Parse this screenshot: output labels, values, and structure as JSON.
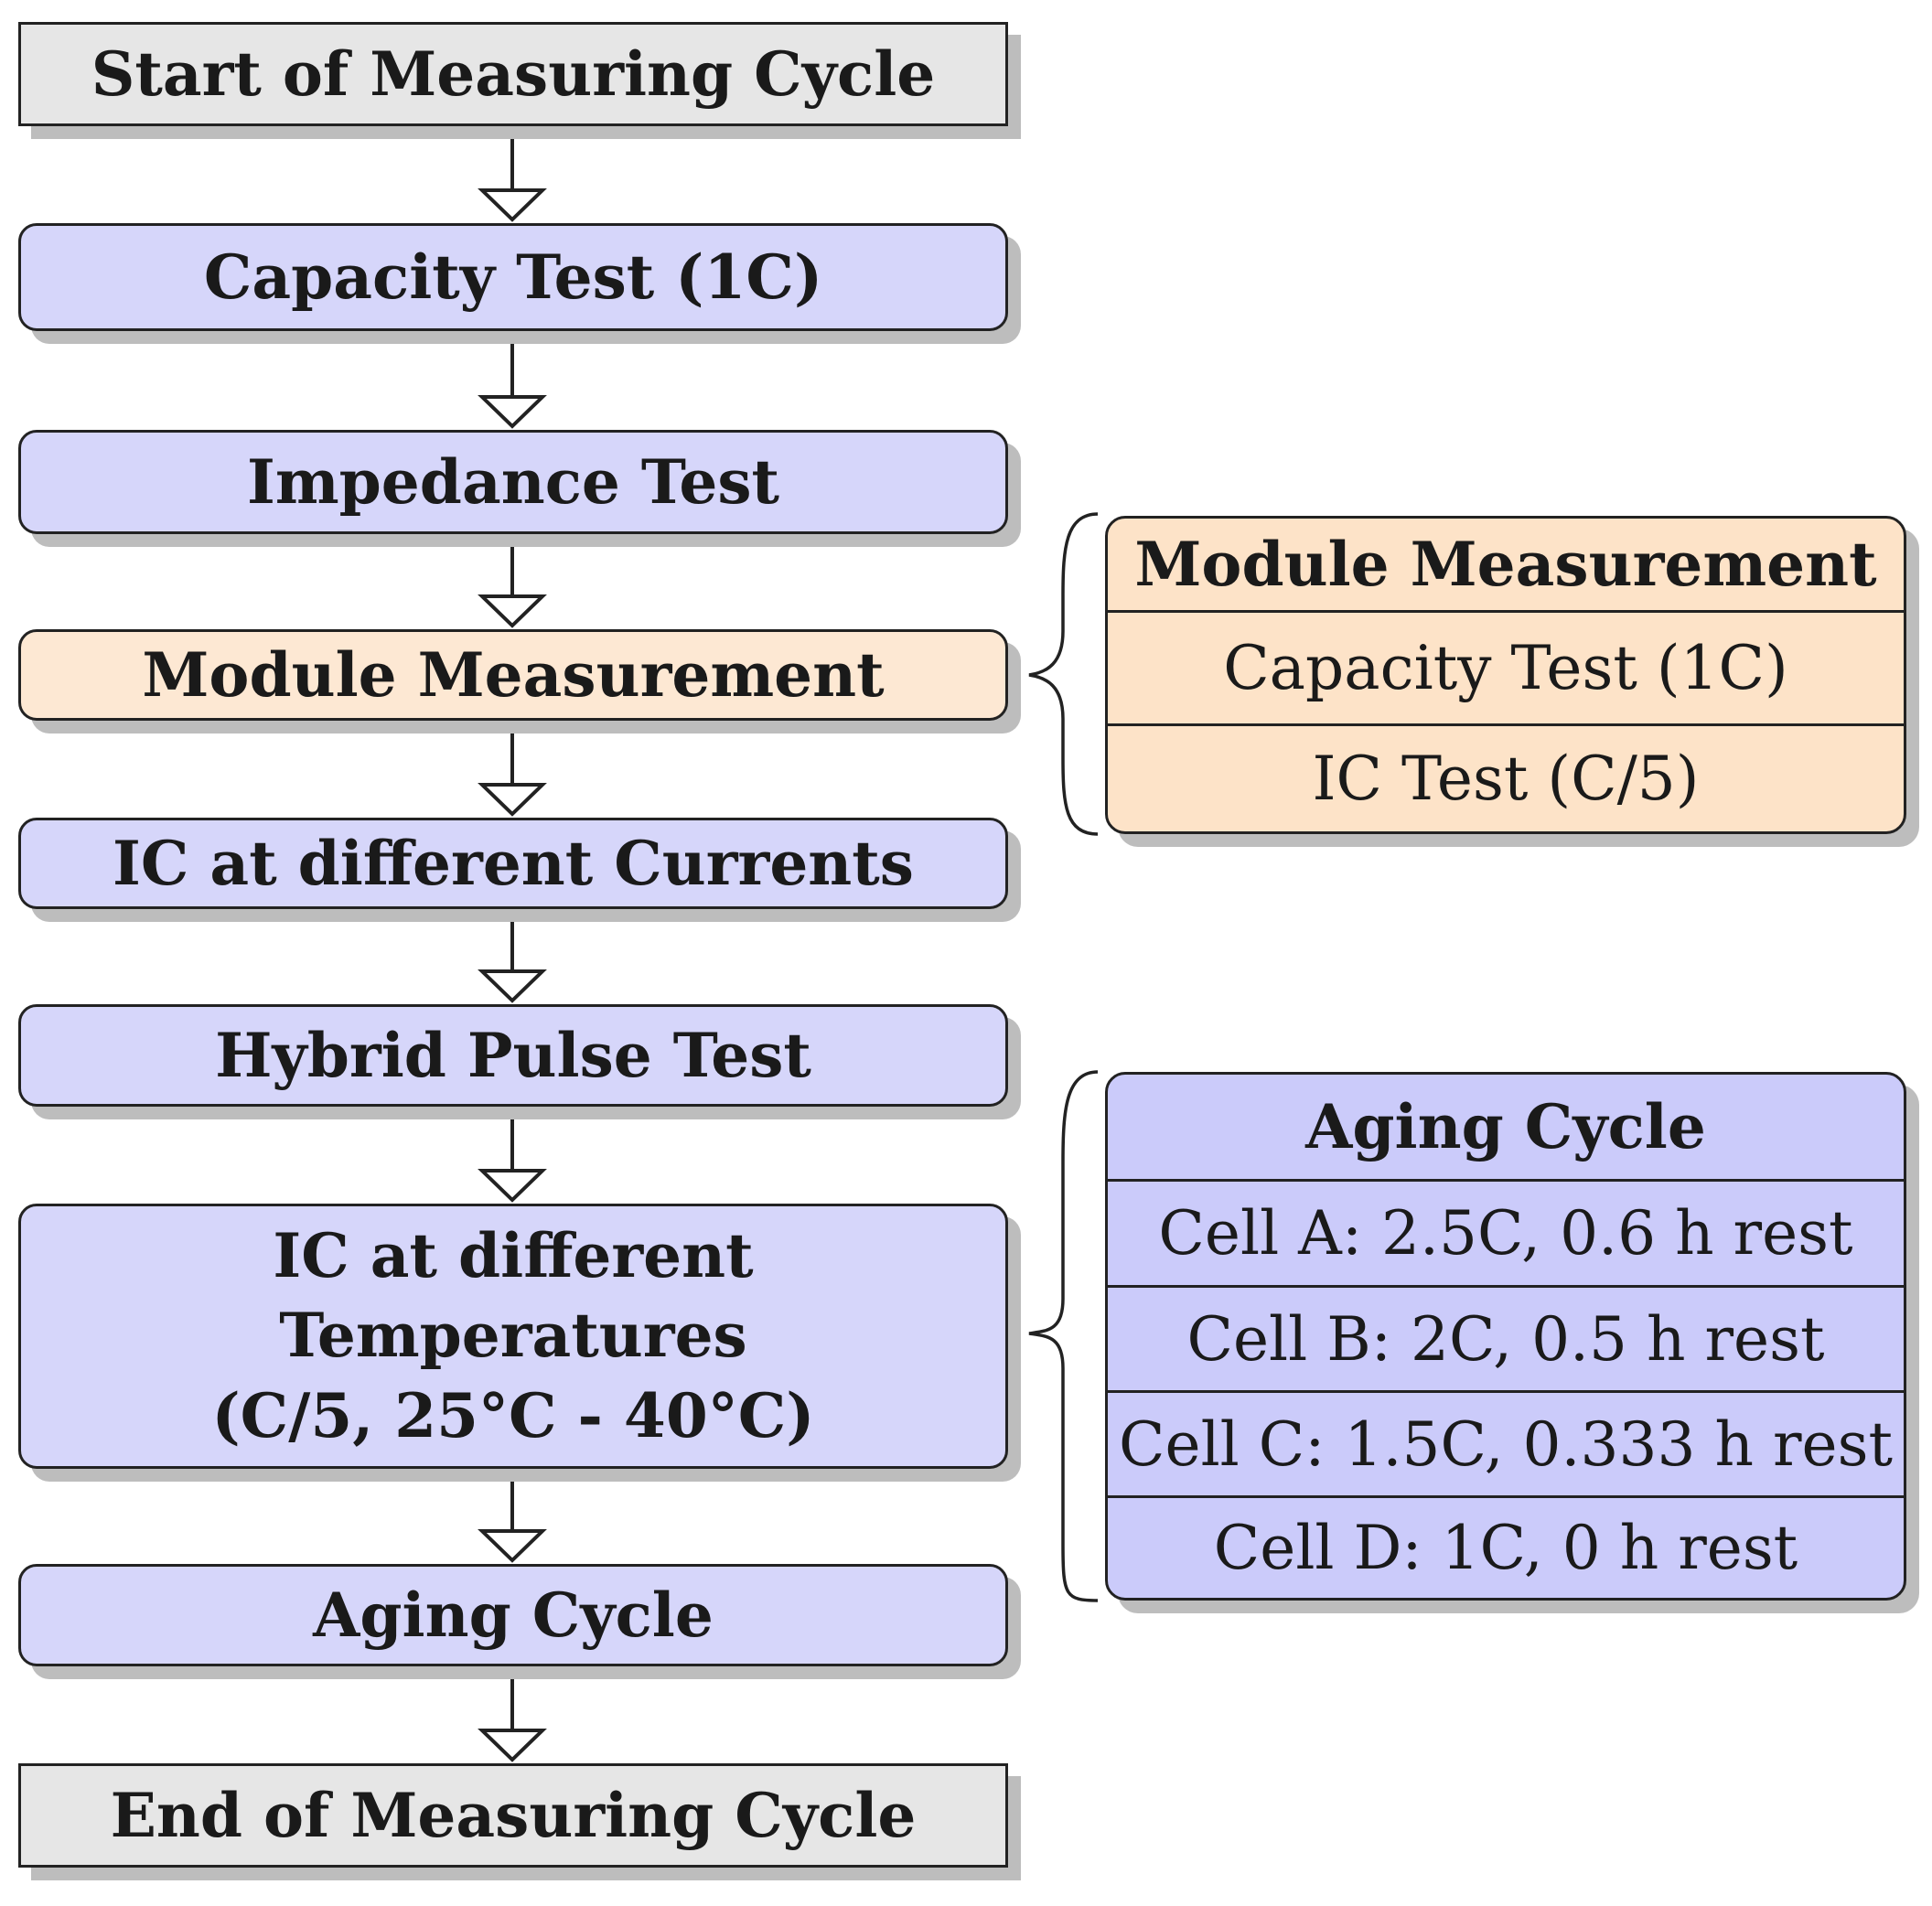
{
  "flow": {
    "start": "Start of Measuring Cycle",
    "capacity_test": "Capacity Test (1C)",
    "impedance_test": "Impedance Test",
    "module_measurement": "Module Measurement",
    "ic_currents": "IC at different Currents",
    "hybrid_pulse": "Hybrid Pulse Test",
    "ic_temperatures": {
      "line1": "IC at different",
      "line2": "Temperatures",
      "line3": "(C/5, 25°C - 40°C)"
    },
    "aging_cycle": "Aging Cycle",
    "end": "End of Measuring Cycle"
  },
  "module_panel": {
    "title": "Module Measurement",
    "rows": [
      "Capacity Test (1C)",
      "IC Test (C/5)"
    ]
  },
  "aging_panel": {
    "title": "Aging Cycle",
    "rows": [
      "Cell A: 2.5C, 0.6 h rest",
      "Cell B: 2C, 0.5 h rest",
      "Cell C: 1.5C, 0.333 h rest",
      "Cell D: 1C, 0 h rest"
    ]
  },
  "colors": {
    "terminal_fill": "#e6e6e6",
    "process_fill": "#d6d6fa",
    "module_fill": "#fde8d3",
    "aging_panel_fill": "#cbcbfa",
    "stroke": "#222222",
    "shadow": "#bdbdbd"
  }
}
